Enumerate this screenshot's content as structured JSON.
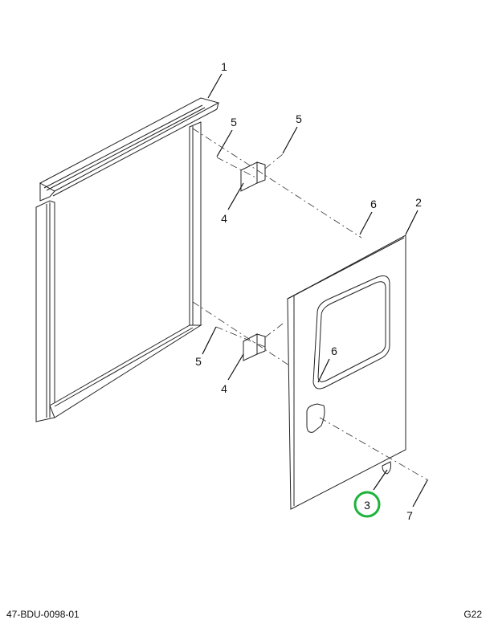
{
  "callouts": {
    "frame": "1",
    "door_panel": "2",
    "highlighted": "3",
    "hinge_upper": "4",
    "hinge_lower": "4",
    "screw_upper_left": "5",
    "screw_upper_right": "5",
    "screw_lower": "5",
    "seal_top": "6",
    "seal_window": "6",
    "fastener": "7"
  },
  "highlight_color": "#1db33a",
  "footer": {
    "drawing_number": "47-BDU-0098-01",
    "page_code": "G22"
  }
}
